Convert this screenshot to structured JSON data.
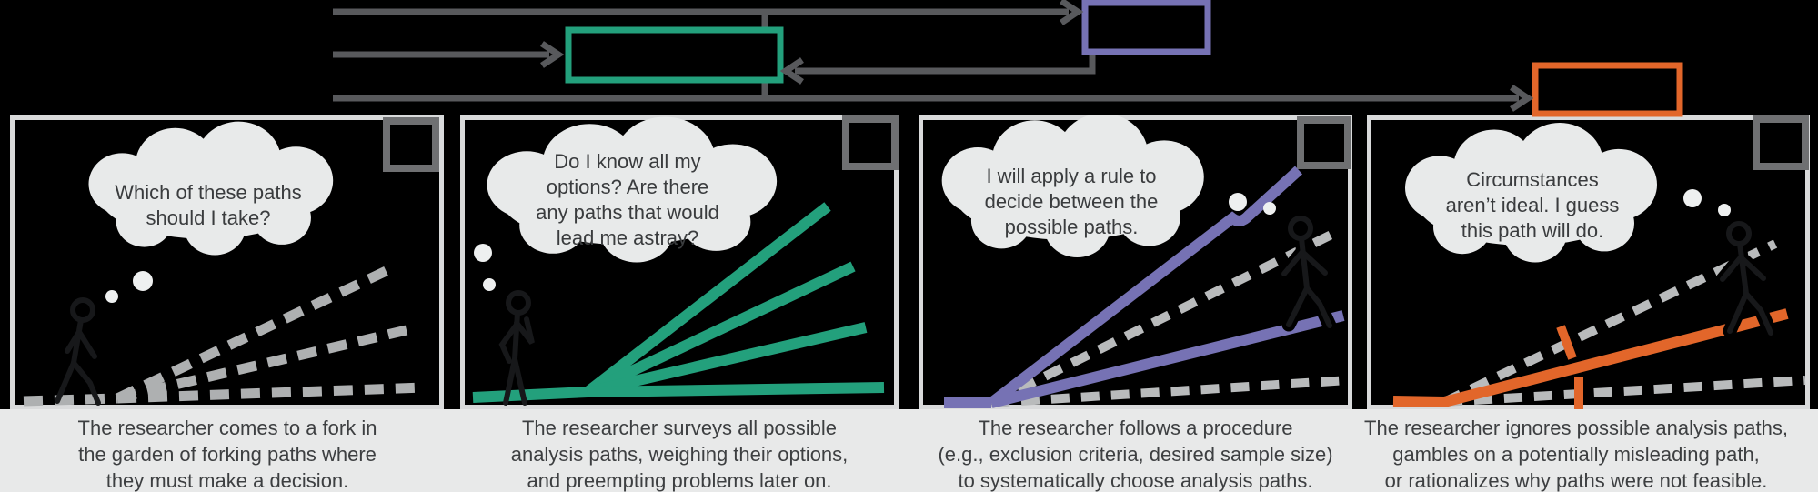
{
  "figure": {
    "title_hint": "garden-of-forking-paths-infographic",
    "flowchart": {
      "arrow_color": "#58595c",
      "nodes": [
        {
          "name": "survey-box",
          "color": "#23a07c"
        },
        {
          "name": "decision-box",
          "color": "#7672b4"
        },
        {
          "name": "settle-box",
          "color": "#e2662a"
        }
      ]
    },
    "panels": [
      {
        "name": "fork",
        "thought_lines": [
          "Which of these paths",
          "should I take?"
        ],
        "caption_lines": [
          "The researcher comes to a fork in",
          "the garden of forking paths where",
          "they must make a decision."
        ],
        "path_style": "dashed-gray"
      },
      {
        "name": "survey",
        "thought_lines": [
          "Do I know all my",
          "options? Are there",
          "any paths that would",
          "lead me astray?"
        ],
        "caption_lines": [
          "The researcher surveys all possible",
          "analysis paths, weighing their options,",
          "and preempting problems later on."
        ],
        "path_style": "solid-green",
        "accent_color": "#23a07c"
      },
      {
        "name": "procedure",
        "thought_lines": [
          "I will apply a rule to",
          "decide between the",
          "possible paths."
        ],
        "caption_lines": [
          "The researcher follows a procedure",
          "(e.g., exclusion criteria, desired sample size)",
          "to systematically choose analysis paths."
        ],
        "path_style": "solid-purple",
        "accent_color": "#7672b4"
      },
      {
        "name": "settle",
        "thought_lines": [
          "Circumstances",
          "aren’t ideal. I guess",
          "this path will do."
        ],
        "caption_lines": [
          "The researcher ignores possible analysis paths,",
          "gambles on a potentially misleading path,",
          "or rationalizes why paths were not feasible."
        ],
        "path_style": "solid-orange",
        "accent_color": "#e2662a"
      }
    ],
    "colors": {
      "background": "#000000",
      "panel_border": "#d9dadb",
      "caption_background": "#e8e9e9",
      "caption_text": "#3d3f41",
      "thought_text": "#3a3c3e",
      "cloud_fill": "#e8eaea",
      "dashed_path": "#aeb0b1",
      "figure_ink": "#17181a",
      "corner_box_border": "#6f7072"
    }
  }
}
